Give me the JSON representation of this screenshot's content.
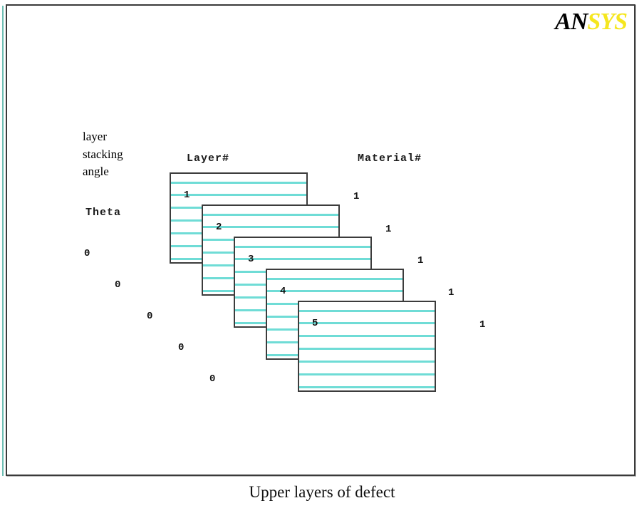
{
  "logo": {
    "part_dark": "AN",
    "part_light": "SYS",
    "dark_color": "#000000",
    "light_color": "#f5e61e"
  },
  "labels": {
    "stacking_angle": "layer\nstacking\nangle",
    "theta": "Theta",
    "layer_header": "Layer#",
    "material_header": "Material#"
  },
  "colors": {
    "frame_border": "#3a3a3a",
    "frame_accent": "#6fbfb4",
    "card_border": "#3c3c3c",
    "card_rule": "#6fdcd6",
    "text": "#111111"
  },
  "layers": [
    {
      "number": "1",
      "theta": "0",
      "material": "1"
    },
    {
      "number": "2",
      "theta": "0",
      "material": "1"
    },
    {
      "number": "3",
      "theta": "0",
      "material": "1"
    },
    {
      "number": "4",
      "theta": "0",
      "material": "1"
    },
    {
      "number": "5",
      "theta": "0",
      "material": "1"
    }
  ],
  "caption": "Upper layers of defect"
}
